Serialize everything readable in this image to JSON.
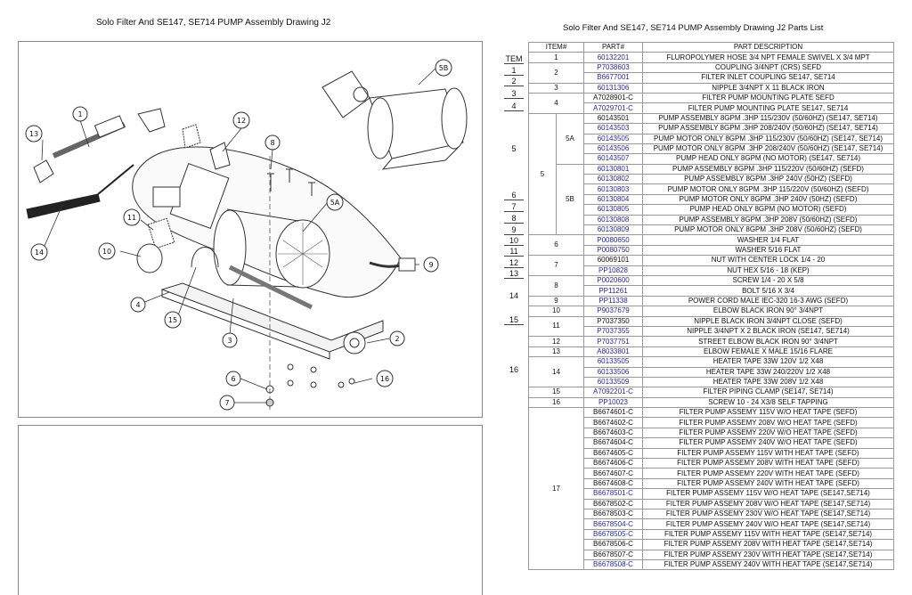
{
  "left_title": "Solo Filter And SE147, SE714 PUMP Assembly Drawing J2",
  "right_title": "Solo Filter And SE147, SE714 PUMP Assembly Drawing J2 Parts List",
  "callouts": [
    "1",
    "2",
    "3",
    "4",
    "5A",
    "5B",
    "6",
    "7",
    "8",
    "9",
    "10",
    "11",
    "12",
    "13",
    "14",
    "15",
    "16"
  ],
  "ghost_labels": [
    "TEM",
    "1",
    "2",
    "3",
    "4",
    "5",
    "6",
    "7",
    "8",
    "9",
    "10",
    "11",
    "12",
    "13",
    "14",
    "15",
    "16"
  ],
  "table": {
    "headers": {
      "item": "ITEM#",
      "part": "PART#",
      "desc": "PART DESCRIPTION"
    },
    "rows": [
      {
        "item": "1",
        "part": "60132201",
        "desc": "FLUROPOLYMER HOSE 3/4 NPT FEMALE SWIVEL X 3/4 MPT"
      },
      {
        "item": "2",
        "part": "P7038603",
        "desc": "COUPLING 3/4NPT (CRS) SEFD"
      },
      {
        "item": "",
        "part": "B6677001",
        "desc": "FILTER INLET COUPLING SE147, SE714"
      },
      {
        "item": "3",
        "part": "60131306",
        "desc": "NIPPLE 3/4NPT X 11 BLACK IRON"
      },
      {
        "item": "4",
        "part": "A7028901-C",
        "desc": "FILTER PUMP MOUNTING PLATE SEFD"
      },
      {
        "item": "",
        "part": "A7029701-C",
        "desc": "FILTER PUMP MOUNTING PLATE SE147, SE714"
      },
      {
        "item": "5",
        "sub": "5A",
        "part": "60143501",
        "desc": "PUMP ASSEMBLY 8GPM .3HP 115/230V (50/60HZ) (SE147, SE714)"
      },
      {
        "item": "",
        "sub": "",
        "part": "60143503",
        "desc": "PUMP ASSEMBLY 8GPM .3HP 208/240V (50/60HZ) (SE147, SE714)"
      },
      {
        "item": "",
        "sub": "",
        "part": "60143505",
        "desc": "PUMP MOTOR ONLY 8GPM .3HP 115/230V (50/60HZ) (SE147, SE714)"
      },
      {
        "item": "",
        "sub": "",
        "part": "60143506",
        "desc": "PUMP MOTOR ONLY 8GPM .3HP 208/240V (50/60HZ) (SE147, SE714)"
      },
      {
        "item": "",
        "sub": "",
        "part": "60143507",
        "desc": "PUMP HEAD ONLY 8GPM (NO MOTOR) (SE147, SE714)"
      },
      {
        "item": "",
        "sub": "5B",
        "part": "60130801",
        "desc": "PUMP ASSEMBLY 8GPM .3HP 115/220V (50/60HZ) (SEFD)"
      },
      {
        "item": "",
        "sub": "",
        "part": "60130802",
        "desc": "PUMP ASSEMBLY 8GPM .3HP 240V (50HZ) (SEFD)"
      },
      {
        "item": "",
        "sub": "",
        "part": "60130803",
        "desc": "PUMP MOTOR ONLY 8GPM .3HP 115/220V (50/60HZ) (SEFD)"
      },
      {
        "item": "",
        "sub": "",
        "part": "60130804",
        "desc": "PUMP MOTOR ONLY 8GPM .3HP 240V (50HZ) (SEFD)"
      },
      {
        "item": "",
        "sub": "",
        "part": "60130805",
        "desc": "PUMP HEAD ONLY 8GPM (NO MOTOR) (SEFD)"
      },
      {
        "item": "",
        "sub": "",
        "part": "60130808",
        "desc": "PUMP ASSEMBLY 8GPM .3HP 208V (50/60HZ) (SEFD)"
      },
      {
        "item": "",
        "sub": "",
        "part": "60130809",
        "desc": "PUMP MOTOR ONLY 8GPM .3HP 208V (50/60HZ) (SEFD)"
      },
      {
        "item": "6",
        "part": "P0080650",
        "desc": "WASHER 1/4 FLAT"
      },
      {
        "item": "",
        "part": "P0080750",
        "desc": "WASHER 5/16 FLAT"
      },
      {
        "item": "7",
        "part": "60069101",
        "desc": "NUT WITH CENTER LOCK 1/4 - 20"
      },
      {
        "item": "",
        "part": "PP10828",
        "desc": "NUT HEX 5/16 - 18 (KEP)"
      },
      {
        "item": "8",
        "part": "P0020600",
        "desc": "SCREW 1/4 - 20 X 5/8"
      },
      {
        "item": "",
        "part": "PP11261",
        "desc": "BOLT 5/16 X 3/4"
      },
      {
        "item": "9",
        "part": "PP11338",
        "desc": "POWER CORD MALE IEC-320 16-3 AWG (SEFD)"
      },
      {
        "item": "10",
        "part": "P9037679",
        "desc": "ELBOW BLACK IRON 90° 3/4NPT"
      },
      {
        "item": "11",
        "part": "P7037350",
        "desc": "NIPPLE BLACK IRON 3/4NPT CLOSE (SEFD)"
      },
      {
        "item": "",
        "part": "P7037355",
        "desc": "NIPPLE 3/4NPT X 2 BLACK IRON (SE147, SE714)"
      },
      {
        "item": "12",
        "part": "P7037751",
        "desc": "STREET ELBOW BLACK IRON 90° 3/4NPT"
      },
      {
        "item": "13",
        "part": "A8033801",
        "desc": "ELBOW FEMALE X MALE 15/16 FLARE"
      },
      {
        "item": "14",
        "part": "60133505",
        "desc": "HEATER TAPE 33W 120V 1/2 X48"
      },
      {
        "item": "",
        "part": "60133506",
        "desc": "HEATER TAPE 33W 240/220V 1/2 X48"
      },
      {
        "item": "",
        "part": "60133509",
        "desc": "HEATER TAPE 33W 208V 1/2 X48"
      },
      {
        "item": "15",
        "part": "A7092201-C",
        "desc": "FILTER PIPING CLAMP (SE147, SE714)"
      },
      {
        "item": "16",
        "part": "PP10023",
        "desc": "SCREW 10 - 24 X3/8 SELF TAPPING"
      },
      {
        "item": "17",
        "part": "B6674601-C",
        "desc": "FILTER PUMP ASSEMY 115V W/O HEAT TAPE (SEFD)"
      },
      {
        "item": "",
        "part": "B6674602-C",
        "desc": "FILTER PUMP ASSEMY 208V W/O HEAT TAPE (SEFD)"
      },
      {
        "item": "",
        "part": "B6674603-C",
        "desc": "FILTER PUMP ASSEMY 220V W/O HEAT TAPE (SEFD)"
      },
      {
        "item": "",
        "part": "B6674604-C",
        "desc": "FILTER PUMP ASSEMY 240V W/O HEAT TAPE (SEFD)"
      },
      {
        "item": "",
        "part": "B6674605-C",
        "desc": "FILTER PUMP ASSEMY 115V WITH HEAT TAPE (SEFD)"
      },
      {
        "item": "",
        "part": "B6674606-C",
        "desc": "FILTER PUMP ASSEMY 208V WITH HEAT TAPE (SEFD)"
      },
      {
        "item": "",
        "part": "B6674607-C",
        "desc": "FILTER PUMP ASSEMY 220V WITH HEAT TAPE (SEFD)"
      },
      {
        "item": "",
        "part": "B6674608-C",
        "desc": "FILTER PUMP ASSEMY 240V WITH HEAT TAPE (SEFD)"
      },
      {
        "item": "",
        "part": "B6678501-C",
        "desc": "FILTER PUMP ASSEMY 115V W/O HEAT TAPE (SE147,SE714)"
      },
      {
        "item": "",
        "part": "B6678502-C",
        "desc": "FILTER PUMP ASSEMY 208V W/O HEAT TAPE (SE147,SE714)"
      },
      {
        "item": "",
        "part": "B6678503-C",
        "desc": "FILTER PUMP ASSEMY 230V W/O HEAT TAPE (SE147,SE714)"
      },
      {
        "item": "",
        "part": "B6678504-C",
        "desc": "FILTER PUMP ASSEMY 240V W/O HEAT TAPE (SE147,SE714)"
      },
      {
        "item": "",
        "part": "B6678505-C",
        "desc": "FILTER PUMP ASSEMY 115V WITH HEAT TAPE (SE147,SE714)"
      },
      {
        "item": "",
        "part": "B6678506-C",
        "desc": "FILTER PUMP ASSEMY 208V WITH HEAT TAPE (SE147,SE714)"
      },
      {
        "item": "",
        "part": "B6678507-C",
        "desc": "FILTER PUMP ASSEMY 230V WITH HEAT TAPE (SE147,SE714)"
      },
      {
        "item": "",
        "part": "B6678508-C",
        "desc": "FILTER PUMP ASSEMY 240V WITH HEAT TAPE (SE147,SE714)"
      }
    ]
  }
}
